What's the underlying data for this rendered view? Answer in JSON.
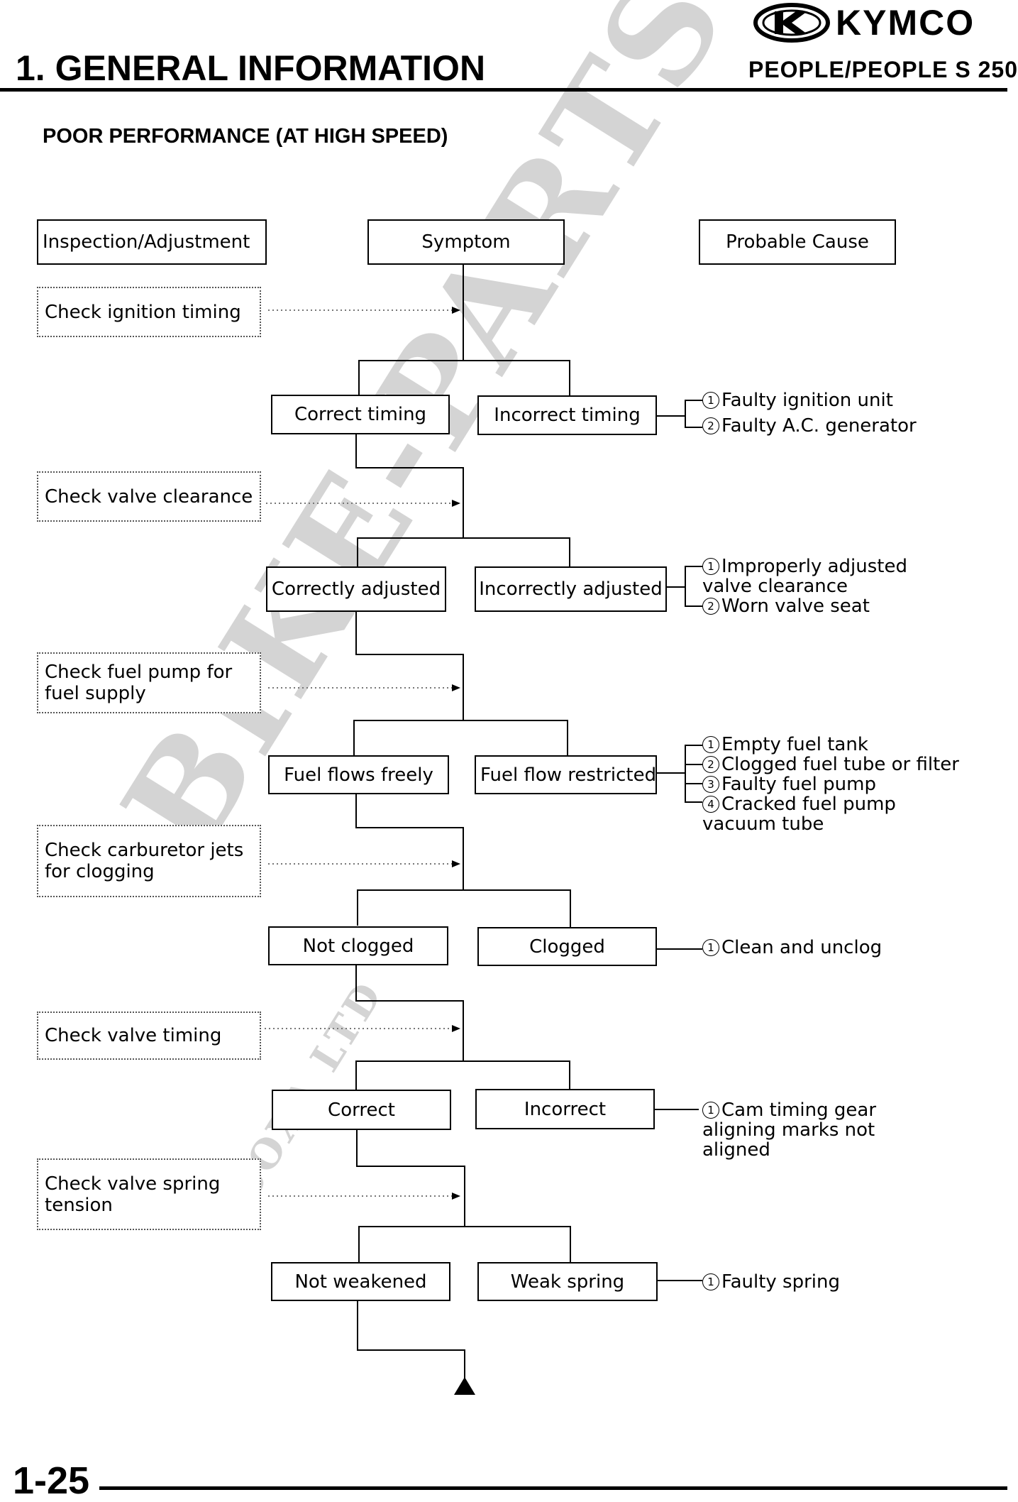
{
  "header": {
    "brand": "KYMCO",
    "section_title": "1. GENERAL INFORMATION",
    "model": "PEOPLE/PEOPLE S 250"
  },
  "page_heading": "POOR PERFORMANCE (AT HIGH SPEED)",
  "column_headers": {
    "inspection": "Inspection/Adjustment",
    "symptom": "Symptom",
    "cause": "Probable Cause"
  },
  "inspections": [
    "Check ignition timing",
    "Check valve clearance",
    "Check fuel pump for fuel supply",
    "Check carburetor jets for clogging",
    "Check valve timing",
    "Check valve spring tension"
  ],
  "results": [
    {
      "ok": "Correct timing",
      "bad": "Incorrect timing",
      "causes": [
        {
          "n": "1",
          "t": "Faulty ignition unit"
        },
        {
          "n": "2",
          "t": "Faulty A.C. generator"
        }
      ]
    },
    {
      "ok": "Correctly adjusted",
      "bad": "Incorrectly adjusted",
      "causes": [
        {
          "n": "1",
          "t": "Improperly adjusted valve clearance"
        },
        {
          "n": "2",
          "t": "Worn valve seat"
        }
      ]
    },
    {
      "ok": "Fuel flows freely",
      "bad": "Fuel flow restricted",
      "causes": [
        {
          "n": "1",
          "t": "Empty fuel tank"
        },
        {
          "n": "2",
          "t": "Clogged fuel tube or filter"
        },
        {
          "n": "3",
          "t": "Faulty fuel pump"
        },
        {
          "n": "4",
          "t": "Cracked fuel pump vacuum tube"
        }
      ]
    },
    {
      "ok": "Not clogged",
      "bad": "Clogged",
      "causes": [
        {
          "n": "1",
          "t": "Clean and unclog"
        }
      ]
    },
    {
      "ok": "Correct",
      "bad": "Incorrect",
      "causes": [
        {
          "n": "1",
          "t": "Cam timing gear aligning marks not aligned"
        }
      ]
    },
    {
      "ok": "Not weakened",
      "bad": "Weak spring",
      "causes": [
        {
          "n": "1",
          "t": "Faulty spring"
        }
      ]
    }
  ],
  "watermark": "BIKE-PARTS",
  "watermark_sub": "COXA LTD",
  "page_number": "1-25"
}
